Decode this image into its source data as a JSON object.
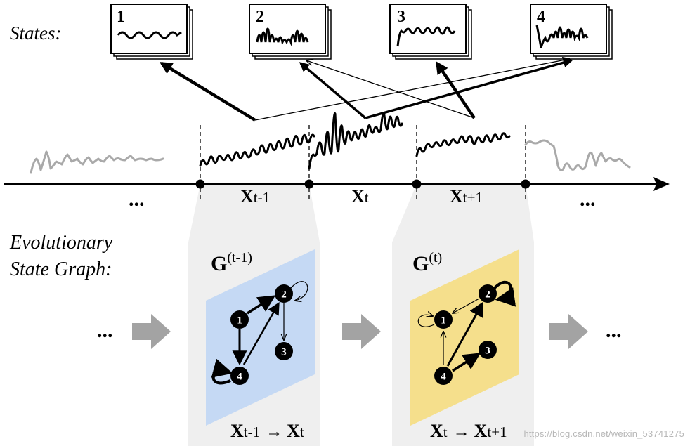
{
  "labels": {
    "states": "States:",
    "esg_line1": "Evolutionary",
    "esg_line2": "State Graph:",
    "ellipsis": "...",
    "arrow": "→"
  },
  "state_cards": [
    "1",
    "2",
    "3",
    "4"
  ],
  "segments": [
    {
      "base": "X",
      "sub": "t-1"
    },
    {
      "base": "X",
      "sub": "t"
    },
    {
      "base": "X",
      "sub": "t+1"
    }
  ],
  "graphs": [
    {
      "title_base": "G",
      "title_sup": "(t-1)",
      "color": "#c5d9f4",
      "nodes": [
        "1",
        "2",
        "3",
        "4"
      ],
      "caption_from": {
        "base": "X",
        "sub": "t-1"
      },
      "caption_to": {
        "base": "X",
        "sub": "t"
      }
    },
    {
      "title_base": "G",
      "title_sup": "(t)",
      "color": "#f5df8c",
      "nodes": [
        "1",
        "2",
        "3",
        "4"
      ],
      "caption_from": {
        "base": "X",
        "sub": "t"
      },
      "caption_to": {
        "base": "X",
        "sub": "t+1"
      }
    }
  ],
  "colors": {
    "panel_bg": "#efefef",
    "signal_gray": "#a9a9a9",
    "arrow_gray": "#a3a3a3"
  },
  "watermark": "https://blog.csdn.net/weixin_53741275"
}
